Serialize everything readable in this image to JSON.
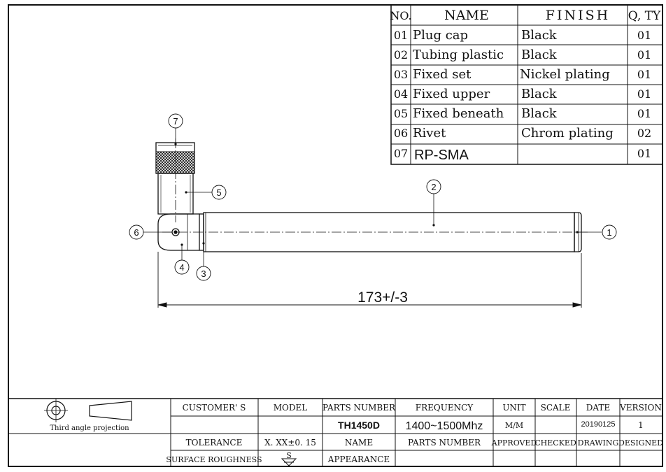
{
  "bom": {
    "headers": {
      "no": "NO.",
      "name": "NAME",
      "finish": "FINISH",
      "qty": "Q, TY"
    },
    "rows": [
      {
        "no": "01",
        "name": "Plug cap",
        "finish": "Black",
        "qty": "01"
      },
      {
        "no": "02",
        "name": "Tubing plastic",
        "finish": "Black",
        "qty": "01"
      },
      {
        "no": "03",
        "name": "Fixed set",
        "finish": "Nickel plating",
        "qty": "01"
      },
      {
        "no": "04",
        "name": "Fixed upper",
        "finish": "Black",
        "qty": "01"
      },
      {
        "no": "05",
        "name": "Fixed beneath",
        "finish": "Black",
        "qty": "01"
      },
      {
        "no": "06",
        "name": "Rivet",
        "finish": "Chrom plating",
        "qty": "02"
      },
      {
        "no": "07",
        "name": "RP-SMA",
        "finish": "",
        "qty": "01"
      }
    ]
  },
  "balloons": [
    "1",
    "2",
    "3",
    "4",
    "5",
    "6",
    "7"
  ],
  "dimension": {
    "length": "173+/-3"
  },
  "title_block": {
    "projection_label": "Third angle projection",
    "headers": {
      "customer": "CUSTOMER' S",
      "model": "MODEL",
      "parts_number": "PARTS NUMBER",
      "frequency": "FREQUENCY",
      "unit": "UNIT",
      "scale": "SCALE",
      "date": "DATE",
      "version": "VERSION"
    },
    "values": {
      "customer": "",
      "model": "",
      "parts_number": "TH1450D",
      "frequency": "1400~1500Mhz",
      "unit": "M/M",
      "scale": "",
      "date": "20190125",
      "version": "1"
    },
    "row3": {
      "tolerance_label": "TOLERANCE",
      "tolerance_value": "X. XX±0. 15",
      "name_label": "NAME",
      "parts_number_label": "PARTS NUMBER",
      "approved": "APPROVED",
      "checked": "CHECKED",
      "drawing": "DRAWING",
      "designed": "DESIGNED"
    },
    "row4": {
      "surface_roughness_label": "SURFACE ROUGHNESS",
      "roughness_symbol_letter": "S",
      "appearance_label": "APPEARANCE"
    }
  }
}
